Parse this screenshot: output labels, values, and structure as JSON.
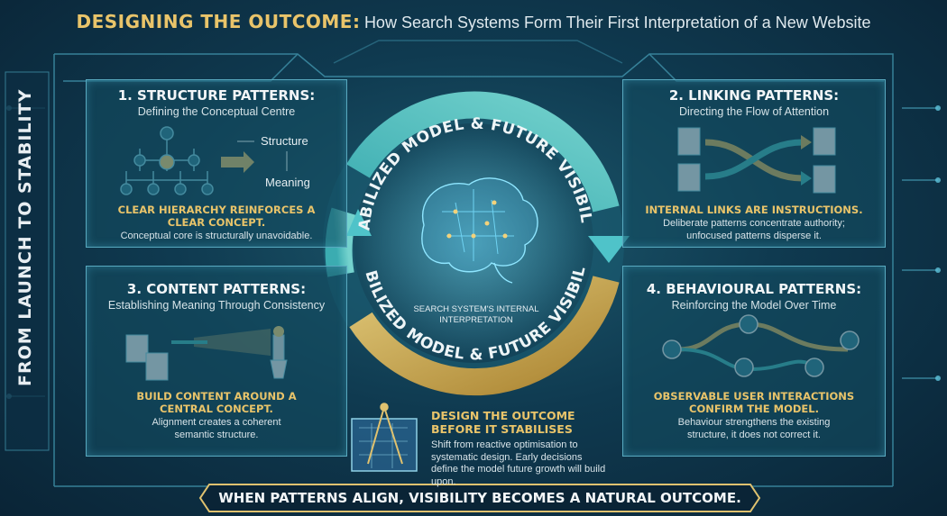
{
  "title": {
    "highlight": "DESIGNING THE OUTCOME:",
    "rest": "How Search Systems Form Their First Interpretation of a New Website"
  },
  "side_label": "FROM LAUNCH TO STABILITY",
  "panels": [
    {
      "title": "1. STRUCTURE PATTERNS:",
      "subtitle": "Defining the Conceptual Centre",
      "labels": [
        "Structure",
        "Meaning"
      ],
      "heading": "CLEAR HIERARCHY REINFORCES A CLEAR CONCEPT.",
      "body": "Conceptual core is structurally unavoidable."
    },
    {
      "title": "2. LINKING PATTERNS:",
      "subtitle": "Directing the Flow of Attention",
      "heading": "INTERNAL LINKS ARE INSTRUCTIONS.",
      "body": "Deliberate patterns concentrate authority; unfocused patterns disperse it."
    },
    {
      "title": "3. CONTENT PATTERNS:",
      "subtitle": "Establishing Meaning Through Consistency",
      "heading": "BUILD CONTENT AROUND A CENTRAL CONCEPT.",
      "body": "Alignment creates a coherent semantic structure."
    },
    {
      "title": "4. BEHAVIOURAL PATTERNS:",
      "subtitle": "Reinforcing the Model Over Time",
      "heading": "OBSERVABLE USER INTERACTIONS CONFIRM THE MODEL.",
      "body": "Behaviour strengthens the existing structure, it does not correct it."
    }
  ],
  "cycle": {
    "ring_text": "STABILIZED MODEL & FUTURE VISIBILITY",
    "core_label": "SEARCH SYSTEM'S INTERNAL INTERPRETATION"
  },
  "design": {
    "heading": "DESIGN THE OUTCOME BEFORE IT STABILISES",
    "body": "Shift from reactive optimisation to systematic design. Early decisions define the model future growth will build upon."
  },
  "banner": "WHEN PATTERNS ALIGN, VISIBILITY BECOMES A NATURAL OUTCOME.",
  "colors": {
    "background": "#0f3a50",
    "accent_gold": "#e9c46a",
    "accent_teal": "#4fc3c9",
    "panel_border": "#58a9bf"
  }
}
